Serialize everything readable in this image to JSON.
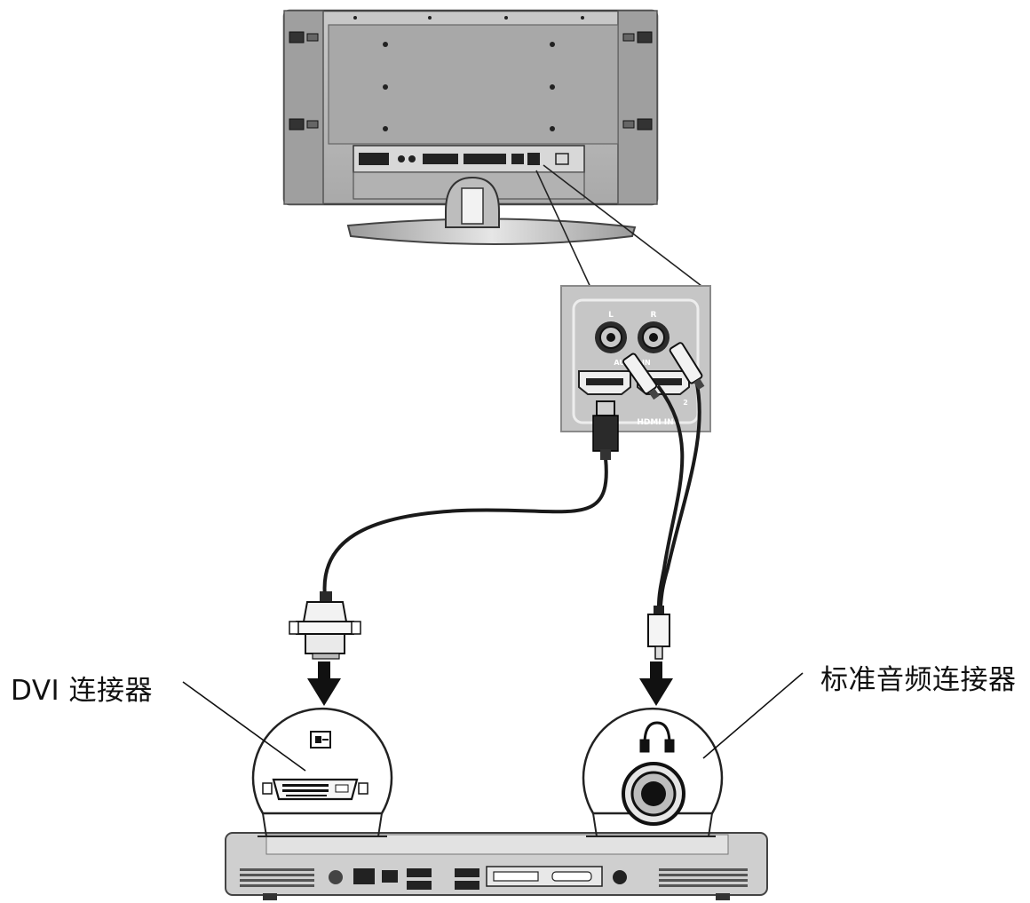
{
  "labels": {
    "dvi_connector": "DVI 连接器",
    "audio_connector": "标准音频连接器"
  },
  "panel": {
    "left_channel": "L",
    "right_channel": "R",
    "audio_in": "AUDIO IN",
    "hdmi_in": "HDMI IN",
    "hdmi_port_2": "2"
  },
  "colors": {
    "device_gray": "#b9b9b9",
    "device_dark": "#7d7d7d",
    "panel_gray": "#c4c4c4",
    "cable": "#1a1a1a",
    "outline": "#2a2a2a"
  }
}
